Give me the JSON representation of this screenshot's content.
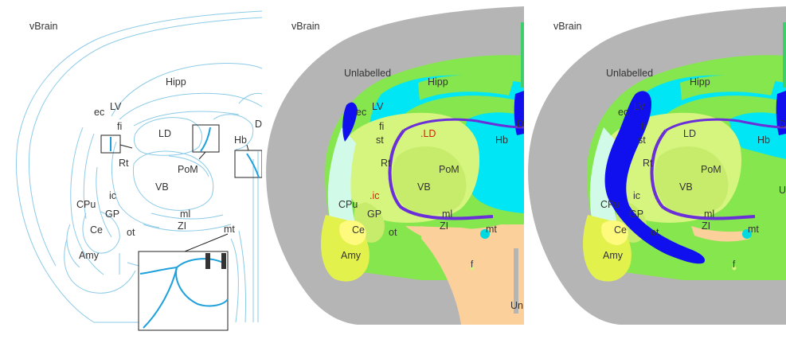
{
  "panels": [
    {
      "title": "vBrain"
    },
    {
      "title": "vBrain"
    },
    {
      "title": "vBrain"
    }
  ],
  "outline_labels": {
    "hipp": "Hipp",
    "lv": "LV",
    "ec": "ec",
    "fi": "fi",
    "ld": "LD",
    "d": "D",
    "hb": "Hb",
    "rt": "Rt",
    "pom": "PoM",
    "vb": "VB",
    "cpu": "CPu",
    "ic": "ic",
    "gp": "GP",
    "ce": "Ce",
    "ot": "ot",
    "ml": "ml",
    "zi": "ZI",
    "mt": "mt",
    "amy": "Amy"
  },
  "atlas_labels": {
    "unlabelled": "Unlabelled",
    "hipp": "Hipp",
    "ec": "ec",
    "lv": "LV",
    "fi": "fi",
    "st": "st",
    "ld": ".LD",
    "d": "D",
    "hb": "Hb",
    "rt": "Rt",
    "pom": "PoM",
    "vb": "VB",
    "ic": ".ic",
    "cpu": "CPu",
    "gp": "GP",
    "ce": "Ce",
    "ot": "ot",
    "ml": "ml",
    "zi": "ZI",
    "mt": "mt",
    "amy": "Amy",
    "f": "f",
    "un": "Un"
  },
  "overlay_labels": {
    "unlabelled": "Unlabelled",
    "hipp": "Hipp",
    "ec": "ec",
    "lv": "LV",
    "fi": "fi",
    "st": "st",
    "ld": "LD",
    "d": "D",
    "hb": "Hb",
    "rt": "Rt",
    "pom": "PoM",
    "vb": "VB",
    "ic": "ic",
    "cpu": "CPu",
    "gp": "GP",
    "ce": "Ce",
    "ot": "ot",
    "ml": "ml",
    "zi": "ZI",
    "mt": "mt",
    "amy": "Amy",
    "f": "f",
    "u": "U"
  },
  "colors": {
    "outline": "#8ccbe8",
    "highlight": "#1ea0dc",
    "unlabelled": "#b5b5b5",
    "hipp": "#86e64e",
    "cyan": "#00e6f4",
    "thalamus": "#d6f57f",
    "vb": "#c7eb6b",
    "cpu": "#d2fae8",
    "ce": "#fdfa7e",
    "amy": "#e3f14c",
    "zi": "#fbd09a",
    "ic": "#6a2fd8",
    "bluepath": "#1010ef",
    "ld_text": "#d81b10"
  }
}
